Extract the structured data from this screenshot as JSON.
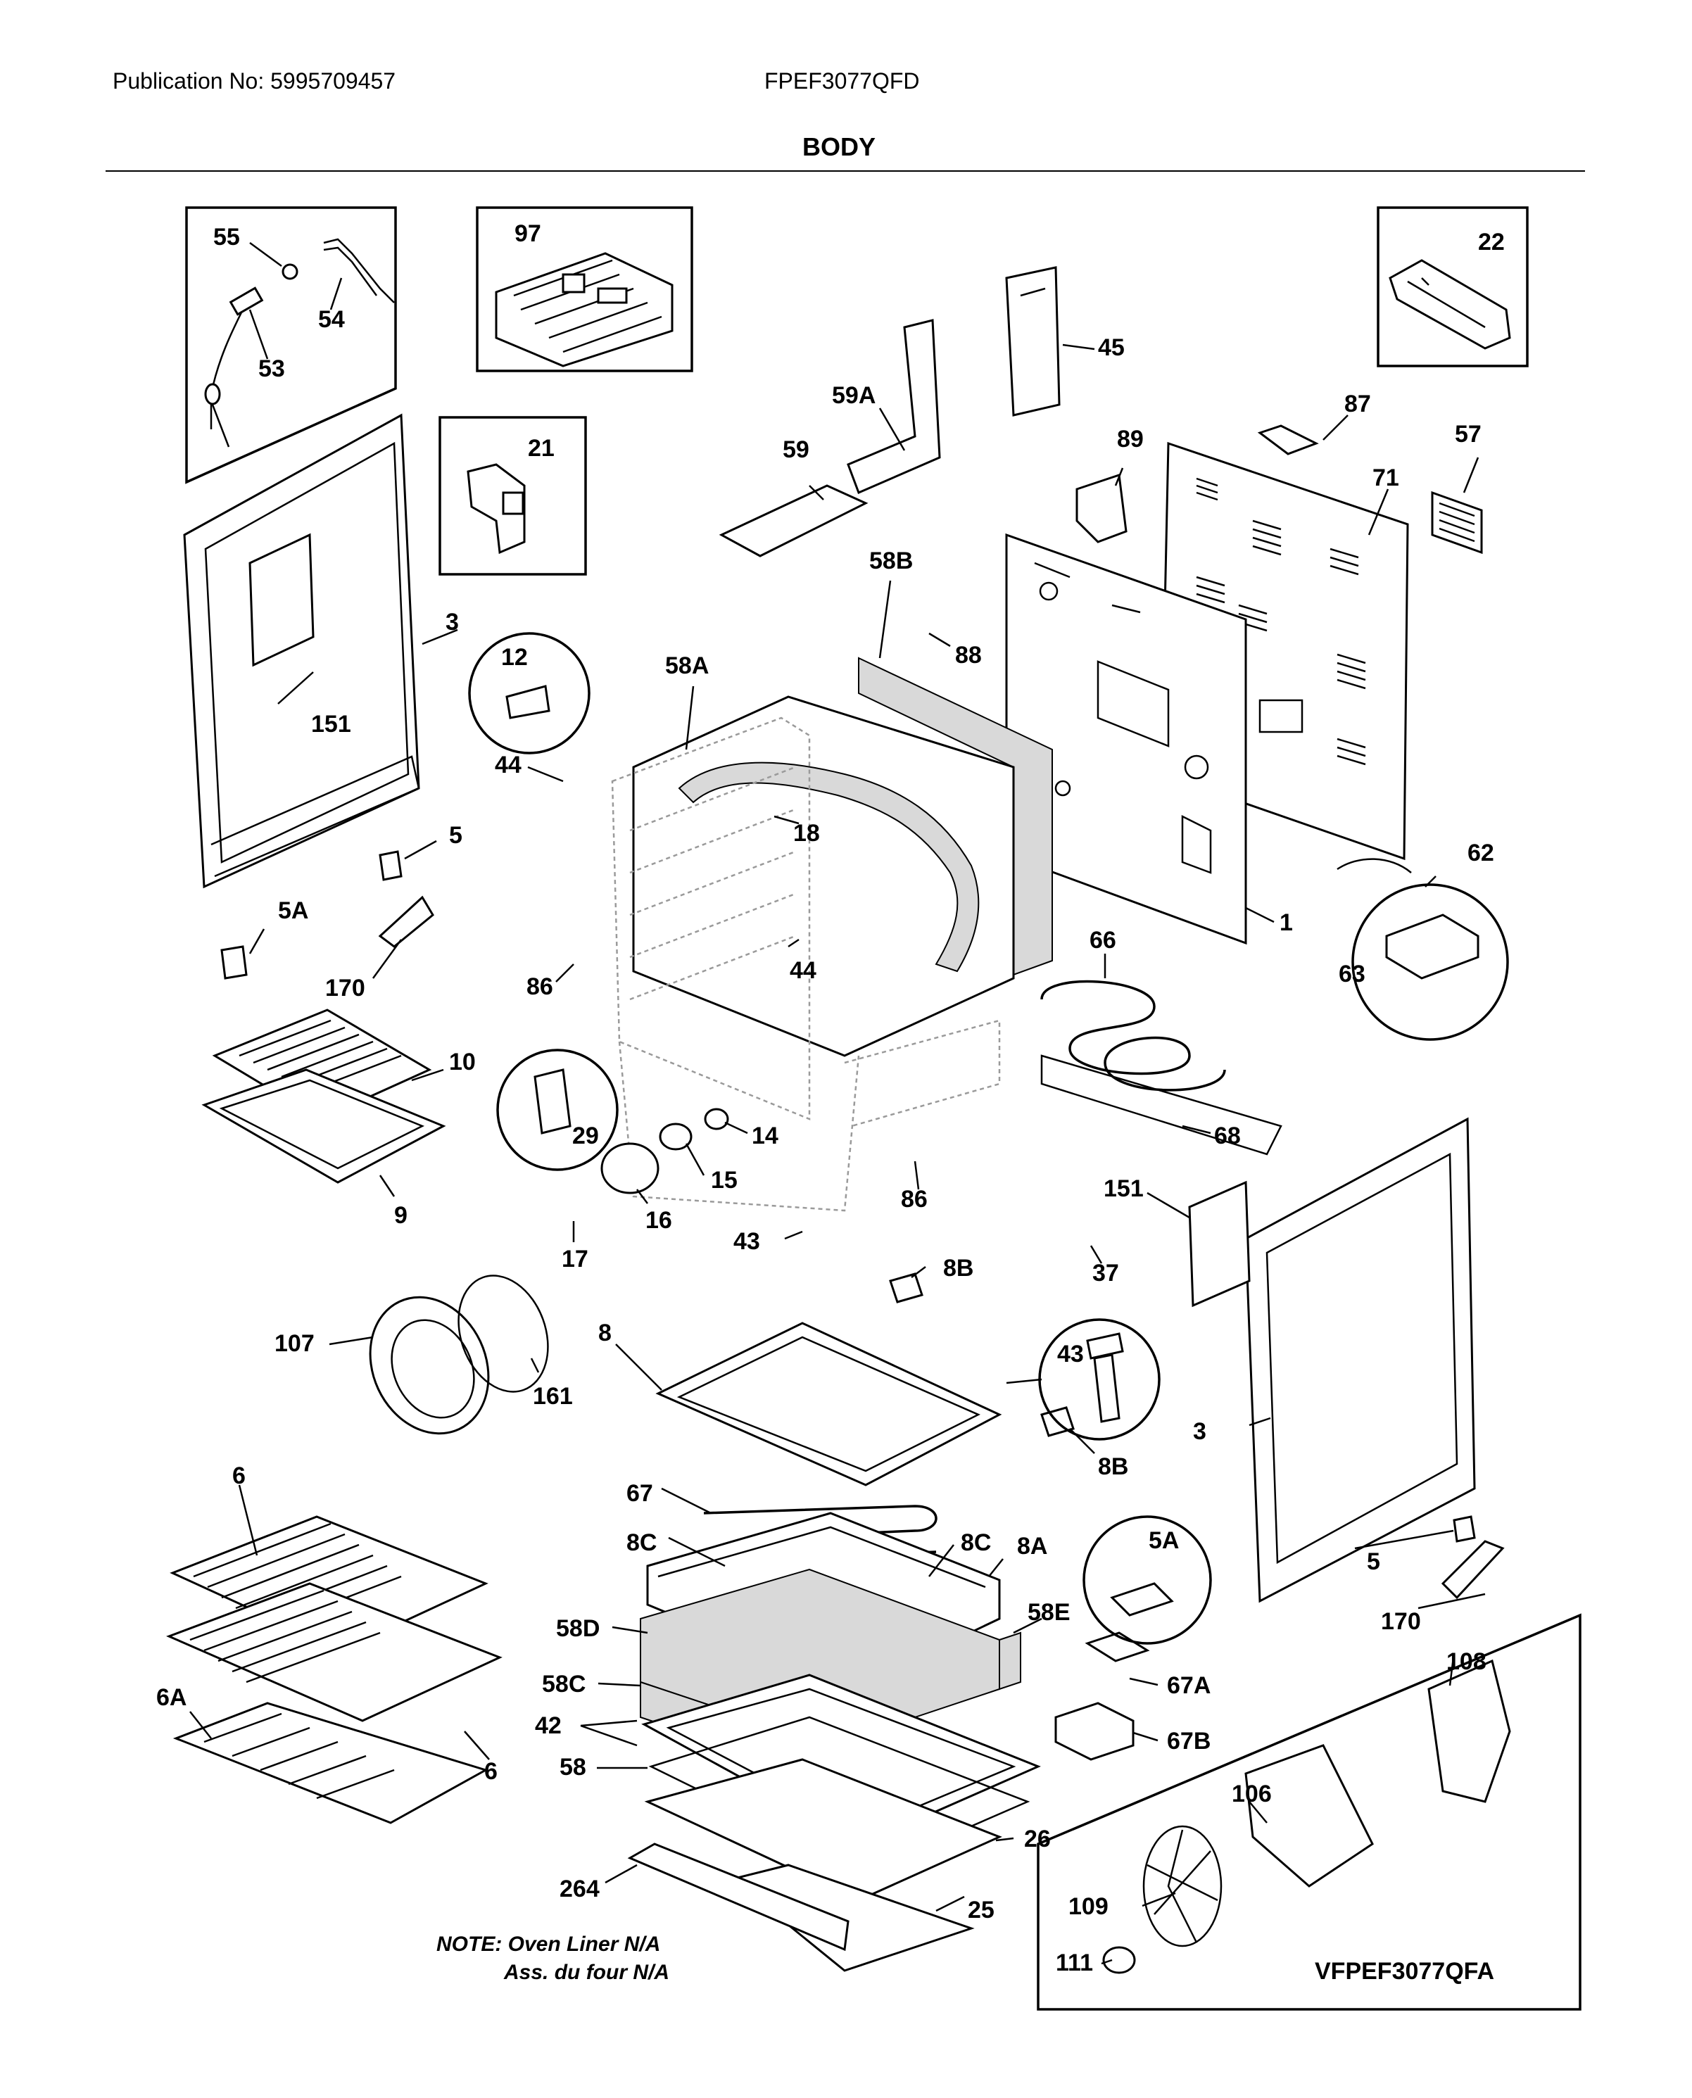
{
  "header": {
    "publication": "Publication No: 5995709457",
    "model": "FPEF3077QFD",
    "section_title": "BODY"
  },
  "note": {
    "line1": "NOTE: Oven Liner N/A",
    "line2": "Ass. du four N/A"
  },
  "figure_id": "VFPEF3077QFA",
  "parts": {
    "p55": "55",
    "p54": "54",
    "p53": "53",
    "p97": "97",
    "p22": "22",
    "p45": "45",
    "p21": "21",
    "p59A": "59A",
    "p59": "59",
    "p87": "87",
    "p57": "57",
    "p89": "89",
    "p71": "71",
    "p58B": "58B",
    "p3_left": "3",
    "p88": "88",
    "p12": "12",
    "p58A": "58A",
    "p151_left": "151",
    "p44_left": "44",
    "p18": "18",
    "p5_left": "5",
    "p62": "62",
    "p5A_left": "5A",
    "p1": "1",
    "p66": "66",
    "p63": "63",
    "p170_left": "170",
    "p86_upper": "86",
    "p44_right": "44",
    "p10": "10",
    "p29": "29",
    "p14": "14",
    "p68": "68",
    "p15": "15",
    "p9": "9",
    "p16": "16",
    "p86_lower": "86",
    "p43_top": "43",
    "p151_right": "151",
    "p17": "17",
    "p8B_upper": "8B",
    "p37": "37",
    "p107": "107",
    "p8": "8",
    "p43_circle": "43",
    "p161": "161",
    "p3_right": "3",
    "p8B_lower": "8B",
    "p6_top": "6",
    "p67": "67",
    "p8C_left": "8C",
    "p8C_right": "8C",
    "p8A": "8A",
    "p5A_circle": "5A",
    "p5_right": "5",
    "p170_right": "170",
    "p58D": "58D",
    "p58E": "58E",
    "p108": "108",
    "p58C": "58C",
    "p67A": "67A",
    "p6A": "6A",
    "p42": "42",
    "p6_bottom": "6",
    "p67B": "67B",
    "p58": "58",
    "p106": "106",
    "p26": "26",
    "p109": "109",
    "p264": "264",
    "p25": "25",
    "p111": "111"
  }
}
